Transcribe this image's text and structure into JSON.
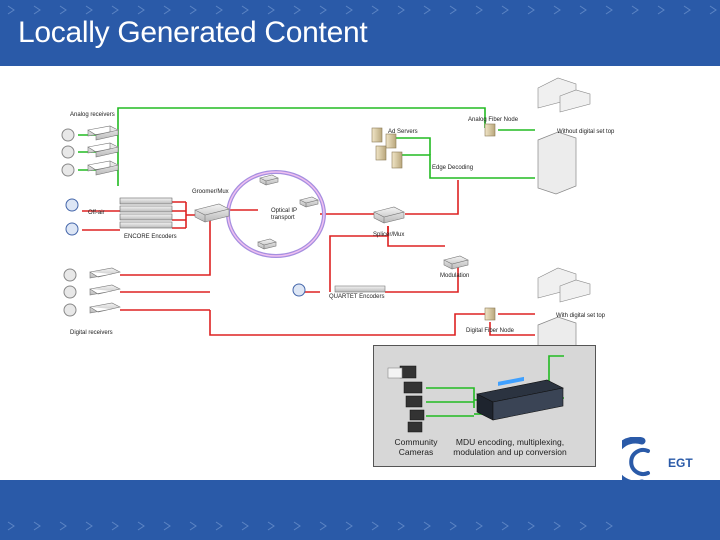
{
  "slide": {
    "title": "Locally Generated Content"
  },
  "labels": {
    "analog_receivers": "Analog receivers",
    "analog_fiber_node": "Analog Fiber Node",
    "ad_servers": "Ad Servers",
    "without_digital_set_top": "Without digital set top",
    "edge_decoding": "Edge Decoding",
    "groomer_mux": "Groomer/Mux",
    "off_air": "Off-air",
    "optical_ip_transport": "Optical IP transport",
    "encore_encoders": "ENCORE Encoders",
    "splicer_mux": "Splicer/Mux",
    "modulation": "Modulation",
    "quartet_encoders": "QUARTET Encoders",
    "with_digital_set_top": "With digital set top",
    "digital_fiber_node": "Digital Fiber Node",
    "digital_receivers": "Digital receivers",
    "community_cameras": "Community Cameras",
    "mdu_encoding": "MDU encoding, multiplexing, modulation and up conversion"
  },
  "logo": {
    "text": "EGT"
  },
  "colors": {
    "band": "#2a5aa8",
    "analog_link": "#22bb22",
    "digital_link": "#dd2222",
    "optical_ring": "#a58fe0"
  }
}
